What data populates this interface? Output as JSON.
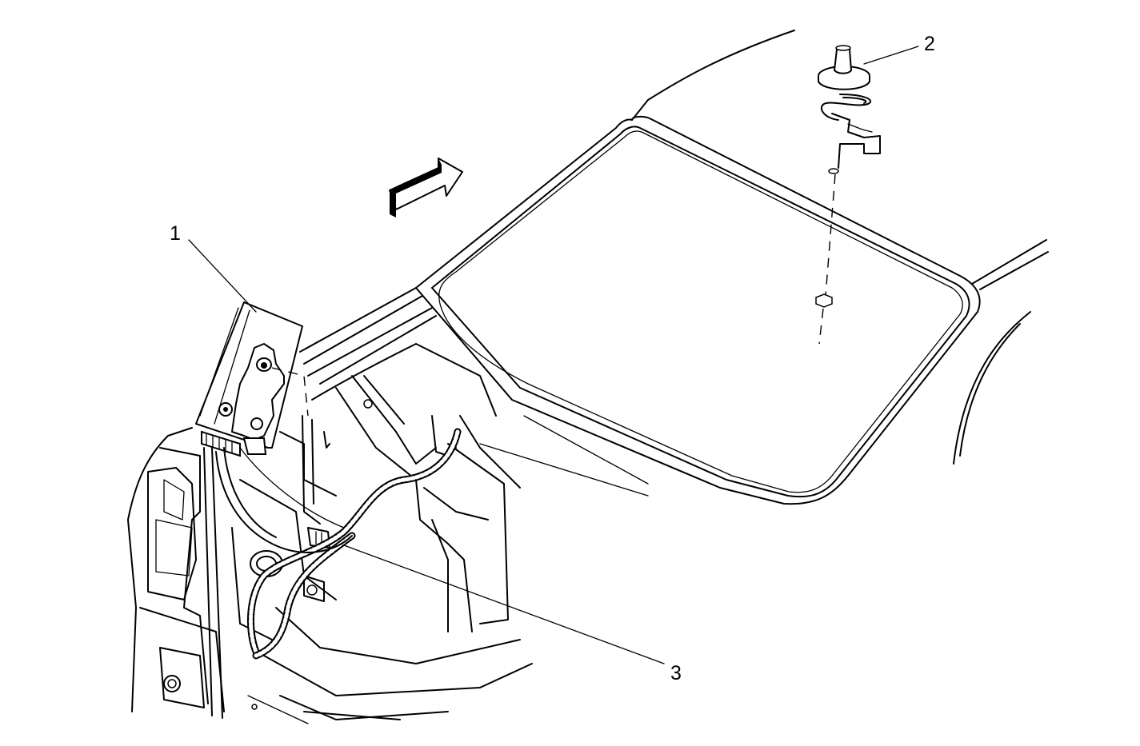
{
  "callouts": [
    {
      "id": "1",
      "label": "1"
    },
    {
      "id": "2",
      "label": "2"
    },
    {
      "id": "3",
      "label": "3"
    }
  ],
  "colors": {
    "line": "#000000",
    "background": "#ffffff"
  },
  "icons": {
    "direction": "arrow-forward-icon"
  }
}
